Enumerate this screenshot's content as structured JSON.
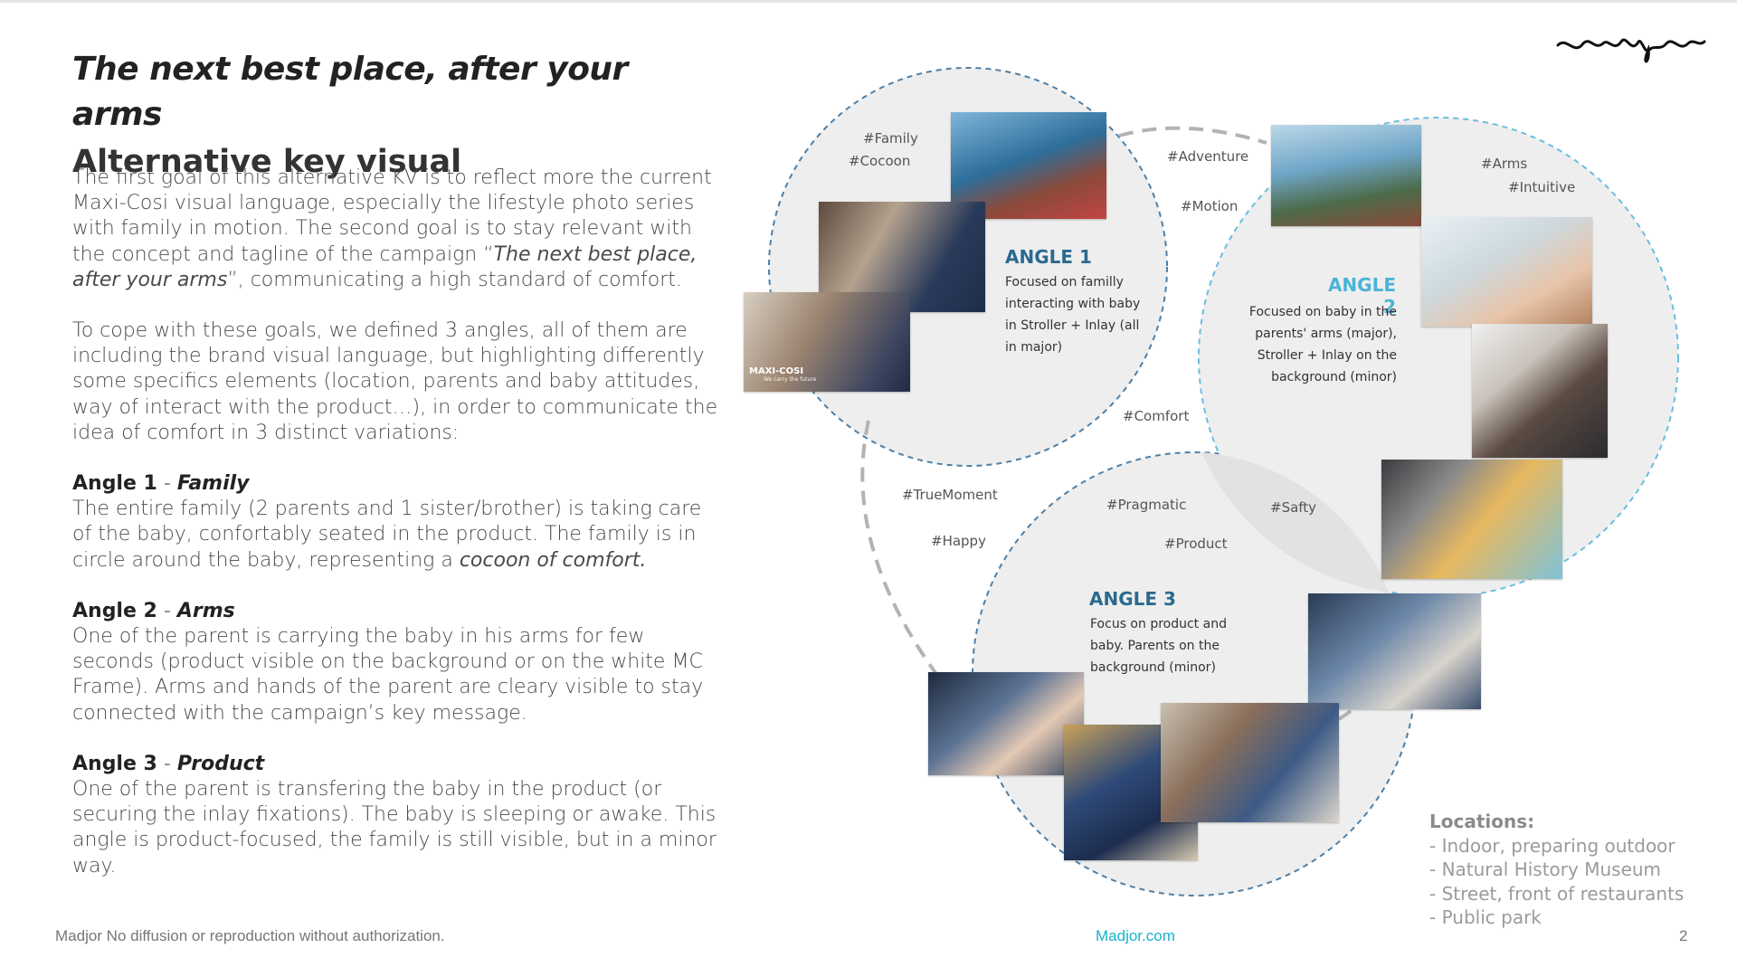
{
  "header": {
    "title": "The next best place, after your arms",
    "subtitle": "Alternative key visual"
  },
  "intro": {
    "p1_a": "The first goal of this alternative KV is to reflect more the current Maxi-Cosi visual language, especially the lifestyle photo series with family in motion. The second goal is to stay relevant with the concept and tagline of the campaign “",
    "p1_italic": "The next best place, after your arms",
    "p1_b": "”, communicating a high standard of comfort.",
    "p2": "To cope with these goals, we defined 3 angles, all of them are including the brand visual language, but highlighting differently some specifics elements (location, parents and baby attitudes, way of interact with the product…), in order to communicate the idea of comfort in 3 distinct variations:"
  },
  "angles_text": [
    {
      "title": "Angle 1",
      "dash": " - ",
      "label": "Family",
      "text_a": "The entire family (2 parents and 1 sister/brother) is taking care of the baby, confortably seated in the product. The family is in circle around the baby, representing a ",
      "text_italic": "cocoon of comfort.",
      "text_b": ""
    },
    {
      "title": "Angle 2",
      "dash": " - ",
      "label": "Arms",
      "text_a": "One of the parent is carrying the baby in his arms for few seconds (product visible on the background or on the white MC Frame). Arms and hands of the parent are cleary visible to stay connected with the campaign’s key message.",
      "text_italic": "",
      "text_b": ""
    },
    {
      "title": "Angle 3",
      "dash": " - ",
      "label": "Product",
      "text_a": "One of the parent is transfering the baby in the product (or securing the inlay fixations). The baby is sleeping or awake. This angle is product-focused, the family is still visible, but in a minor way.",
      "text_italic": "",
      "text_b": ""
    }
  ],
  "diagram": {
    "angle1": {
      "title": "ANGLE 1",
      "desc": [
        "Focused on familly",
        "interacting with baby",
        "in Stroller + Inlay (all",
        "in major)"
      ]
    },
    "angle2": {
      "title": "ANGLE 2",
      "desc": [
        "Focused on baby in the",
        "parents' arms (major),",
        "Stroller + Inlay on the",
        "background (minor)"
      ]
    },
    "angle3": {
      "title": "ANGLE 3",
      "desc": [
        "Focus on product and",
        "baby. Parents on the",
        "background (minor)"
      ]
    },
    "tags": {
      "family": "#Family",
      "cocoon": "#Cocoon",
      "adventure": "#Adventure",
      "motion": "#Motion",
      "arms": "#Arms",
      "intuitive": "#Intuitive",
      "comfort": "#Comfort",
      "truemoment": "#TrueMoment",
      "happy": "#Happy",
      "pragmatic": "#Pragmatic",
      "product": "#Product",
      "safty": "#Safty"
    },
    "brand_badge": "MAXI-COSI",
    "brand_tagline": "We carry the future"
  },
  "locations": {
    "heading": "Locations:",
    "items": [
      "- Indoor, preparing outdoor",
      "- Natural History Museum",
      "- Street, front of restaurants",
      "- Public park"
    ]
  },
  "footer": {
    "left": "Madjor No diffusion or reproduction without authorization.",
    "center": "Madjor.com",
    "page": "2"
  },
  "colors": {
    "circle_fill": "#eeeeee",
    "dark_dash": "#4d7fa6",
    "light_dash": "#6bbde0",
    "link": "#17b3c9"
  }
}
